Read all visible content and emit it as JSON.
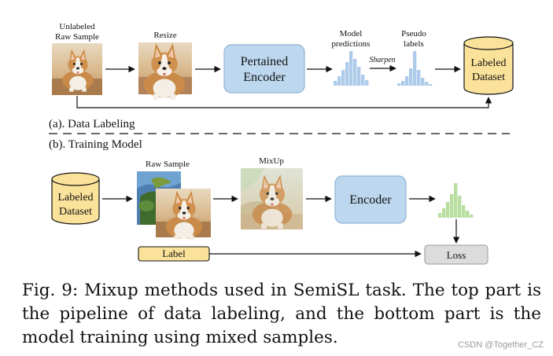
{
  "top": {
    "raw_label_1": "Unlabeled",
    "raw_label_2": "Raw Sample",
    "resize_label": "Resize",
    "encoder_label_1": "Pertained",
    "encoder_label_2": "Encoder",
    "pred_label_1": "Model",
    "pred_label_2": "predictions",
    "sharpen_label": "Sharpen",
    "pseudo_label_1": "Pseudo",
    "pseudo_label_2": "labels",
    "dataset_label_1": "Labeled",
    "dataset_label_2": "Dataset",
    "section_label": "(a). Data Labeling"
  },
  "bottom": {
    "section_label": "(b). Training Model",
    "dataset_label_1": "Labeled",
    "dataset_label_2": "Dataset",
    "raw_label": "Raw Sample",
    "mixup_label": "MixUp",
    "encoder_label": "Encoder",
    "label_box": "Label",
    "loss_box": "Loss"
  },
  "colors": {
    "encoder_fill": "#bcd7ee",
    "encoder_stroke": "#8eb3d6",
    "cylinder_fill": "#fbe29a",
    "histogram_blue": "#aecbea",
    "histogram_green": "#b9dfa0",
    "label_fill": "#fbe29a",
    "loss_fill": "#dcdcdc"
  },
  "caption": "Fig. 9: Mixup methods used in SemiSL task. The top part is the pipeline of data labeling, and the bottom part is the model training using mixed samples.",
  "watermark": "CSDN @Together_CZ"
}
